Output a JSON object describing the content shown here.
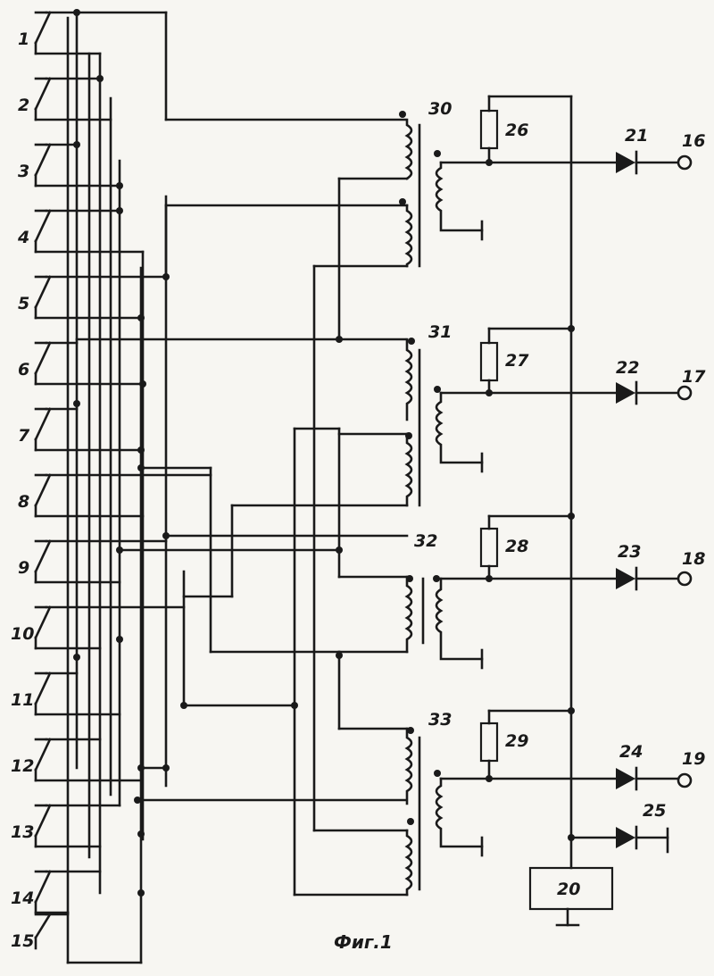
{
  "switch_labels": [
    "1",
    "2",
    "3",
    "4",
    "5",
    "6",
    "7",
    "8",
    "9",
    "10",
    "11",
    "12",
    "13",
    "14",
    "15"
  ],
  "transformer_labels": [
    "30",
    "31",
    "32",
    "33"
  ],
  "resistor_labels": [
    "26",
    "27",
    "28",
    "29"
  ],
  "diode_labels": [
    "21",
    "22",
    "23",
    "24",
    "25"
  ],
  "output_labels": [
    "16",
    "17",
    "18",
    "19"
  ],
  "block_label": "20",
  "caption": "Фиг.1"
}
